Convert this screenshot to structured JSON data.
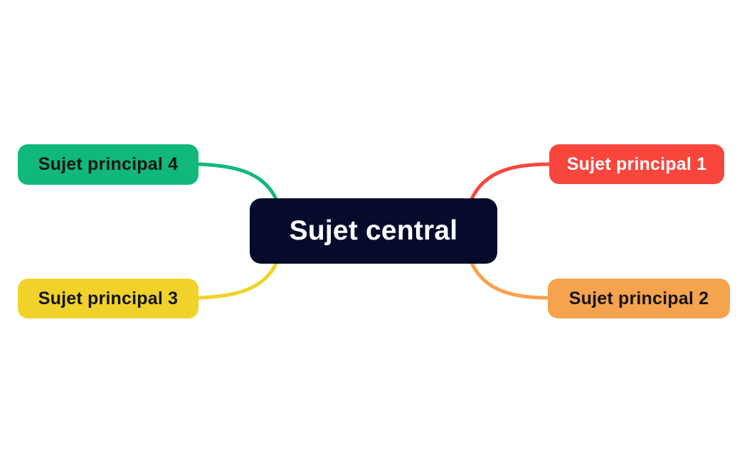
{
  "canvas": {
    "background": "#ffffff"
  },
  "central": {
    "label": "Sujet central",
    "bg": "#060b2c",
    "text_color": "#ffffff"
  },
  "branches": [
    {
      "label": "Sujet principal 1",
      "bg": "#f8463d",
      "text_color": "#ffffff",
      "connector_color": "#f8463d"
    },
    {
      "label": "Sujet principal 2",
      "bg": "#f5a34e",
      "text_color": "#141414",
      "connector_color": "#f5a34e"
    },
    {
      "label": "Sujet principal 3",
      "bg": "#f0d22b",
      "text_color": "#141414",
      "connector_color": "#f0d22b"
    },
    {
      "label": "Sujet principal 4",
      "bg": "#10b87a",
      "text_color": "#141414",
      "connector_color": "#10b87a"
    }
  ]
}
